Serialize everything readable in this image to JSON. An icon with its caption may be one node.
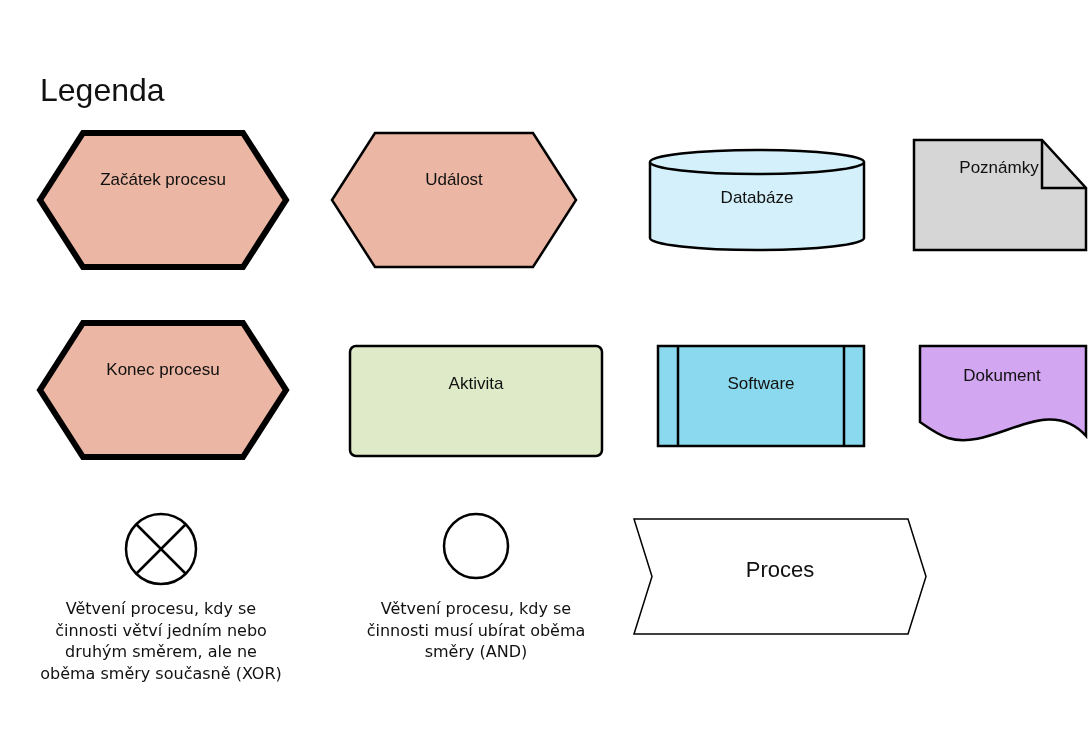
{
  "diagram": {
    "title": "Legenda",
    "nodes": [
      {
        "text": [
          "Začátek procesu"
        ]
      },
      {
        "text": [
          "Událost"
        ]
      },
      {
        "text": [
          "Databáze"
        ]
      },
      {
        "text": [
          "Poznámky"
        ]
      },
      {
        "text": [
          "Konec procesu"
        ]
      },
      {
        "text": [
          "Aktivita"
        ]
      },
      {
        "text": [
          "Software"
        ]
      },
      {
        "text": [
          "Dokument"
        ]
      },
      {
        "text": [
          "Větvení procesu, kdy se činnosti větví jedním nebo druhým směrem, ale ne oběma směry současně (XOR)"
        ]
      },
      {
        "text": [
          "Větvení procesu, kdy se činnosti musí ubírat oběma směry (AND)"
        ]
      },
      {
        "text": [
          "Proces"
        ]
      }
    ],
    "edges": []
  }
}
